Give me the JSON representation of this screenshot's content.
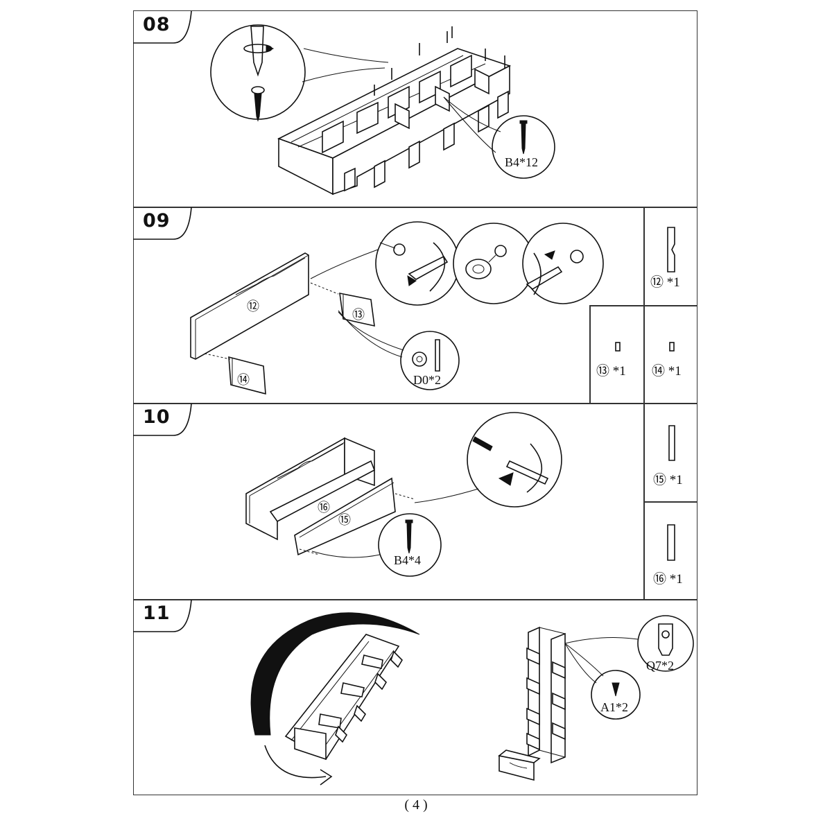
{
  "steps": [
    {
      "number": "08",
      "fastener_label": "B4*12"
    },
    {
      "number": "09",
      "fastener_label": "D0*2",
      "panel_labels": [
        "⑫",
        "⑬",
        "⑭"
      ]
    },
    {
      "number": "10",
      "fastener_label": "B4*4",
      "panel_labels": [
        "⑯",
        "⑮"
      ]
    },
    {
      "number": "11",
      "fastener_labels": [
        "Q7*2",
        "A1*2"
      ]
    }
  ],
  "parts": [
    {
      "id": "⑫",
      "qty": "*1"
    },
    {
      "id": "⑬",
      "qty": "*1"
    },
    {
      "id": "⑭",
      "qty": "*1"
    },
    {
      "id": "⑮",
      "qty": "*1"
    },
    {
      "id": "⑯",
      "qty": "*1"
    }
  ],
  "page_number": "( 4 )",
  "icons": [
    "screwdriver-icon",
    "screw-icon",
    "nail-icon",
    "cam-lock-icon",
    "dowel-icon",
    "rotate-arrow-icon",
    "wall-bracket-icon"
  ]
}
